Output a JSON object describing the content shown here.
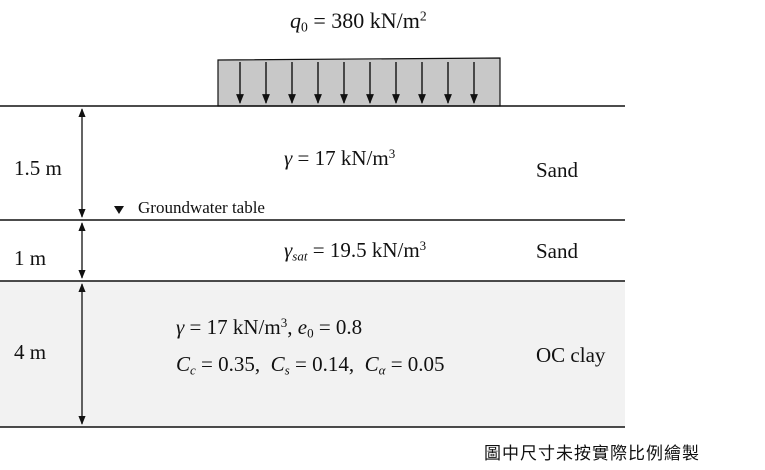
{
  "load": {
    "symbol": "q",
    "subscript": "0",
    "value": "380 kN/m",
    "exponent": "2"
  },
  "layers": [
    {
      "thickness": "1.5 m",
      "soil": "Sand",
      "unit_weight": {
        "symbol": "γ",
        "subscript": "",
        "value": "17 kN/m",
        "exponent": "3"
      },
      "fill": "#ffffff"
    },
    {
      "thickness": "1 m",
      "soil": "Sand",
      "unit_weight": {
        "symbol": "γ",
        "subscript": "sat",
        "value": "19.5 kN/m",
        "exponent": "3"
      },
      "fill": "#ffffff"
    },
    {
      "thickness": "4 m",
      "soil": "OC clay",
      "unit_weight": {
        "symbol": "γ",
        "subscript": "",
        "value": "17 kN/m",
        "exponent": "3"
      },
      "void_ratio": {
        "symbol": "e",
        "subscript": "0",
        "value": "0.8"
      },
      "compression_index": {
        "symbol": "C",
        "subscript": "c",
        "value": "0.35"
      },
      "swelling_index": {
        "symbol": "C",
        "subscript": "s",
        "value": "0.14"
      },
      "secondary_index": {
        "symbol": "C",
        "subscript": "α",
        "value": "0.05"
      },
      "fill": "#f2f2f2"
    }
  ],
  "groundwater": {
    "label": "Groundwater table"
  },
  "note": "圖中尺寸未按實際比例繪製",
  "colors": {
    "footing": "#c8c8c8",
    "clay": "#f2f2f2",
    "line": "#111111"
  }
}
